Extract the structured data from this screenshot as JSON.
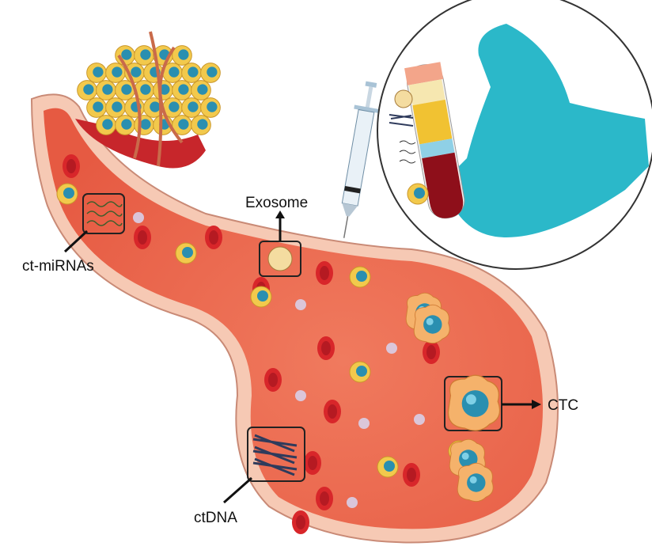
{
  "labels": {
    "ct_mirnas": "ct-miRNAs",
    "exosome": "Exosome",
    "ctc": "CTC",
    "ctdna": "ctDNA"
  },
  "colors": {
    "vessel_wall": "#f6c9b4",
    "blood": "#ee6a4f",
    "rbc": "#d8262a",
    "tumor_cell": "#f2c94c",
    "nucleus": "#2a8fb0",
    "glove": "#2bb8c9",
    "tube_plasma": "#f1c232",
    "tube_blood": "#8e0f1a"
  }
}
